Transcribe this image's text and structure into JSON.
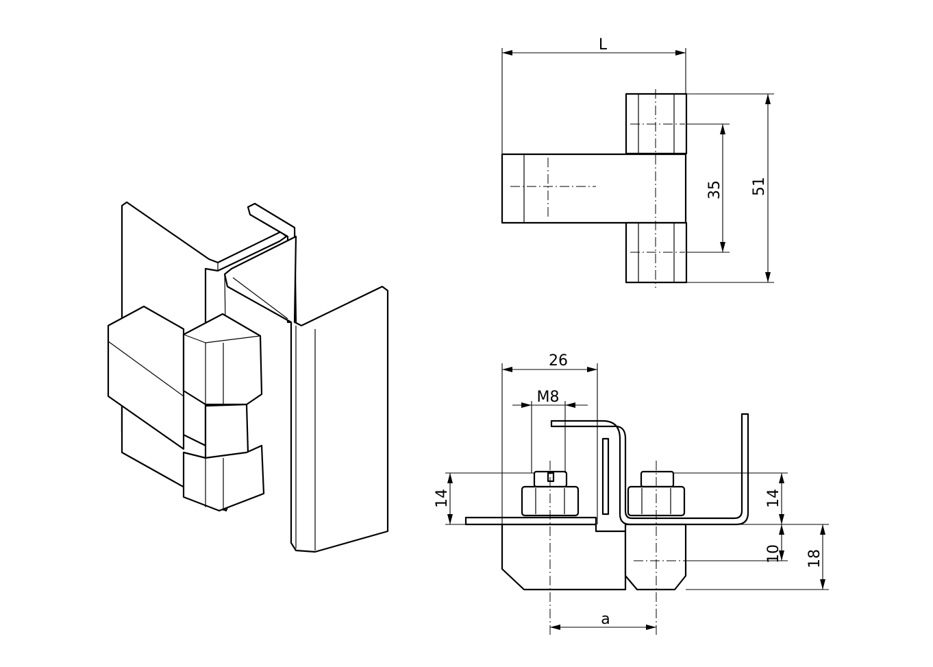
{
  "dimensions": {
    "top_view": {
      "length_label": "L",
      "bolt_spacing": "35",
      "overall_height": "51"
    },
    "front_view": {
      "width": "26",
      "thread": "M8",
      "nut_height_left": "14",
      "nut_height_right": "14",
      "knuckle_offset": "10",
      "knuckle_height": "18",
      "axis_distance_label": "a"
    }
  }
}
